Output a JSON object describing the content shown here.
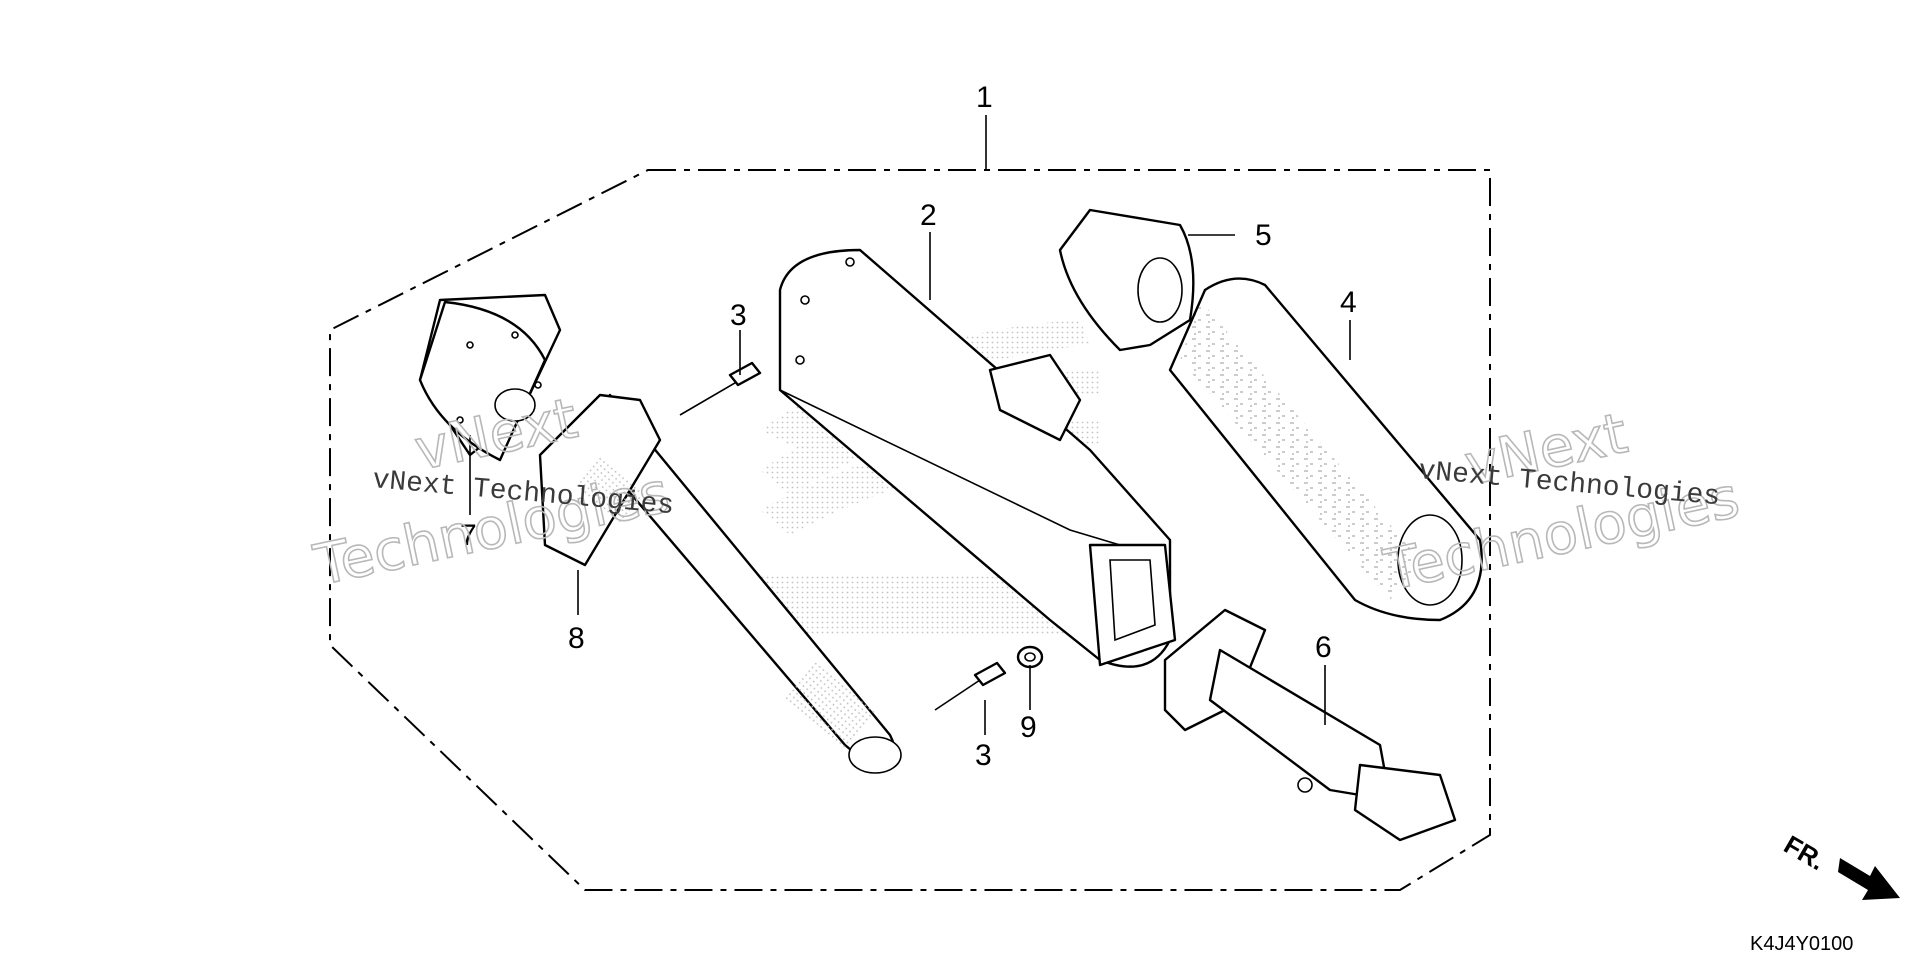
{
  "diagram": {
    "callouts": [
      "1",
      "2",
      "3",
      "3",
      "4",
      "5",
      "6",
      "7",
      "8",
      "9"
    ],
    "watermark": {
      "company_name": "vNext Technologies",
      "outline_line1": "vNext",
      "outline_line2": "Technologies"
    },
    "reference_code": "K4J4Y0100",
    "direction_label": "FR."
  },
  "icons": {
    "direction_arrow": "front-direction-arrow-icon",
    "logo": "honda-wing-logo"
  }
}
